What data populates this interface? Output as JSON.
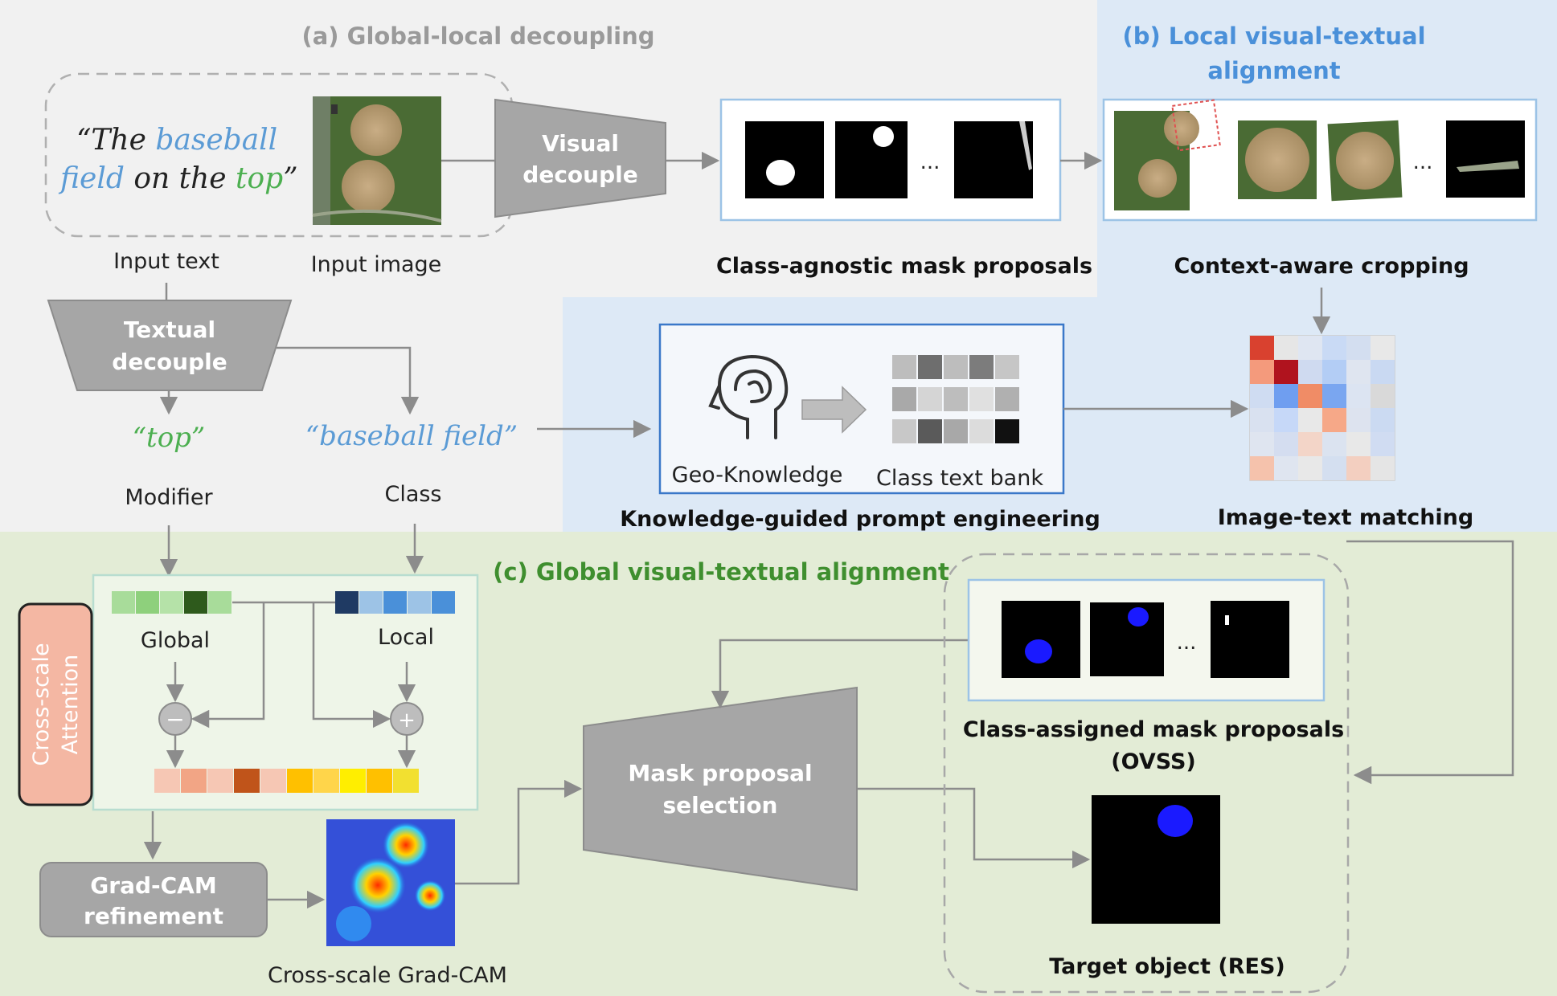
{
  "sections": {
    "a_title": "(a) Global-local decoupling",
    "b_title_line1": "(b) Local visual-textual",
    "b_title_line2": "alignment",
    "c_title": "(c) Global visual-textual alignment"
  },
  "input": {
    "quote_open": "“The ",
    "quote_word1": "baseball",
    "quote_word2": "field",
    "quote_on_the": " on the ",
    "quote_word3": "top",
    "quote_close": "”",
    "text_label": "Input text",
    "image_label": "Input image"
  },
  "visual_decouple": {
    "line1": "Visual",
    "line2": "decouple"
  },
  "textual_decouple": {
    "line1": "Textual",
    "line2": "decouple"
  },
  "mask_proposals": {
    "label": "Class-agnostic mask proposals",
    "ellipsis": "..."
  },
  "cropping": {
    "label": "Context-aware cropping",
    "ellipsis": "..."
  },
  "modifier": {
    "quote": "“top”",
    "label": "Modifier"
  },
  "class_item": {
    "quote": "“baseball field”",
    "label": "Class"
  },
  "prompt": {
    "geo_label": "Geo-Knowledge",
    "bank_label": "Class text bank",
    "caption": "Knowledge-guided prompt engineering"
  },
  "matching": {
    "label": "Image-text matching"
  },
  "attention": {
    "side_label_line1": "Cross-scale",
    "side_label_line2": "Attention",
    "global_label": "Global",
    "local_label": "Local",
    "minus": "−",
    "plus": "+"
  },
  "gradcam": {
    "refine_line1": "Grad-CAM",
    "refine_line2": "refinement",
    "caption": "Cross-scale Grad-CAM"
  },
  "selection": {
    "line1": "Mask proposal",
    "line2": "selection"
  },
  "class_assigned": {
    "line1": "Class-assigned mask proposals",
    "line2": "(OVSS)",
    "ellipsis": "..."
  },
  "target": {
    "label": "Target object (RES)"
  },
  "colors": {
    "text_blue": "#5b9bd5",
    "text_green": "#4caf50",
    "title_gray": "#9a9a9a",
    "title_blue": "#4a90d9",
    "title_green": "#3f8f2f",
    "bg_gray": "#f1f1f1",
    "bg_blue": "#dde9f6",
    "bg_green": "#e3ecd6",
    "shape_gray": "#a6a6a6",
    "attention_fill": "#f4b7a3"
  }
}
